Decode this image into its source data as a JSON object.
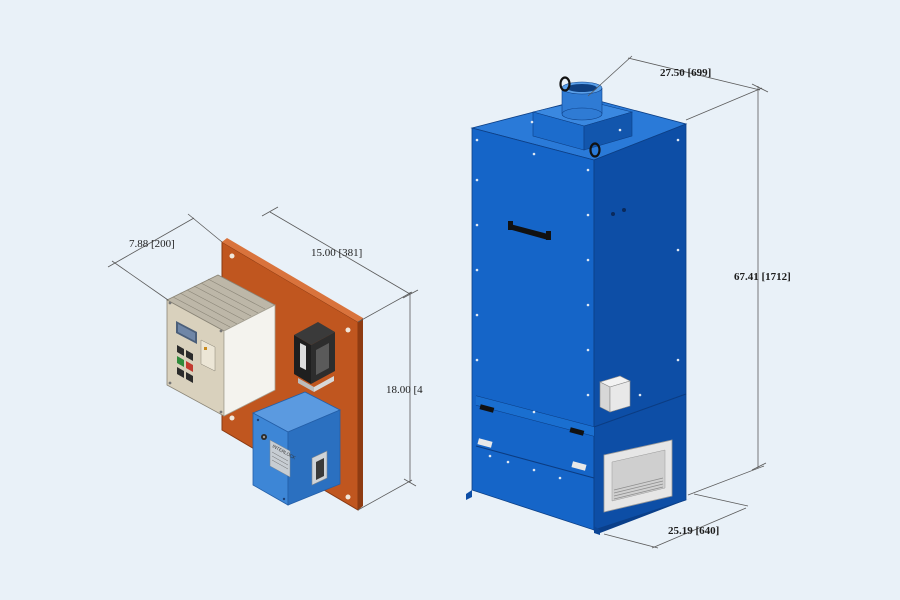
{
  "colors": {
    "background": "#e9f1f8",
    "collector_blue": "#1565c8",
    "collector_dark": "#0d4ea6",
    "collector_light": "#2a7ad8",
    "panel_orange": "#c0561f",
    "vfd_beige": "#d9d1bd",
    "enclosure_blue": "#3d86d6"
  },
  "panel": {
    "dimensions": {
      "depth": "7.88 [200]",
      "width": "15.00 [381]",
      "height": "18.00 [4"
    },
    "enclosure_label": "INTERLOCK"
  },
  "collector": {
    "dimensions": {
      "top_width": "27.50 [699]",
      "height": "67.41 [1712]",
      "base_depth": "25.19 [640]"
    }
  }
}
